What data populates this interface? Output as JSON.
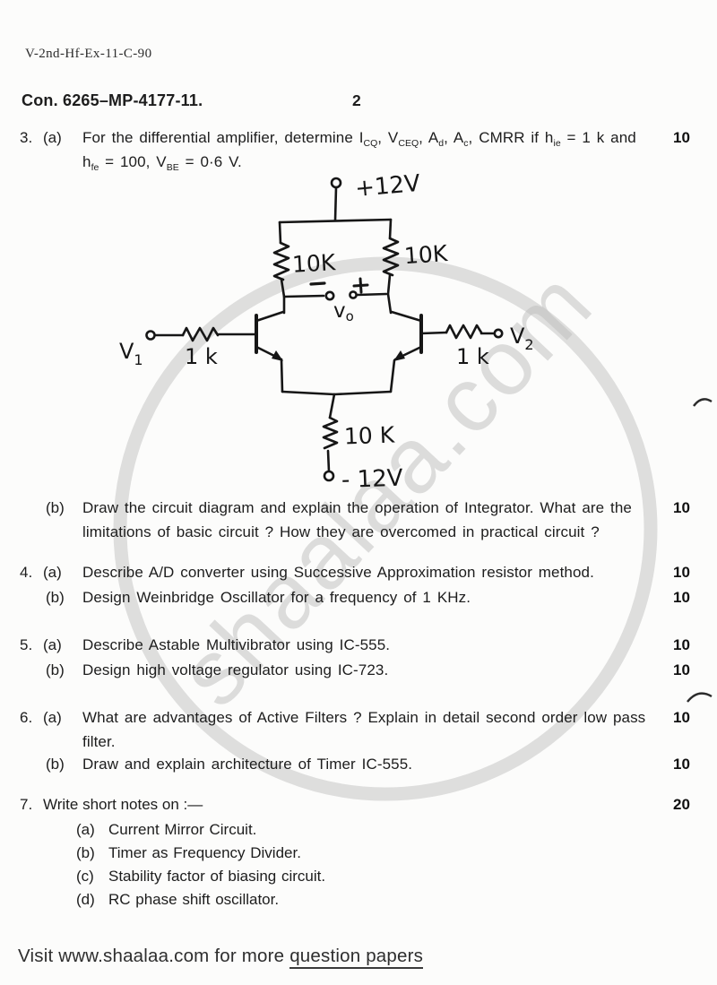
{
  "page": {
    "doc_code": "V-2nd-Hf-Ex-11-C-90",
    "exam_code": "Con. 6265–MP-4177-11.",
    "page_number": "2",
    "footer_prefix": "Visit www.shaalaa.com for more ",
    "footer_underlined": "question papers",
    "watermark_text": "shaalaa.com",
    "watermark_color": "#c2c2c2",
    "ink_color": "#161616"
  },
  "questions": {
    "q3": {
      "number": "3.",
      "a_label": "(a)",
      "a_marks": "10",
      "a_line1_rich": [
        {
          "t": "For the differential amplifier, determine I"
        },
        {
          "t": "CQ",
          "sub": true
        },
        {
          "t": ", V"
        },
        {
          "t": "CEQ",
          "sub": true
        },
        {
          "t": ", A"
        },
        {
          "t": "d",
          "sub": true
        },
        {
          "t": ", A"
        },
        {
          "t": "c",
          "sub": true
        },
        {
          "t": ", CMRR if h"
        },
        {
          "t": "ie",
          "sub": true
        },
        {
          "t": " = 1 k and"
        }
      ],
      "a_line2_rich": [
        {
          "t": "h"
        },
        {
          "t": "fe",
          "sub": true
        },
        {
          "t": " = 100, V"
        },
        {
          "t": "BE",
          "sub": true
        },
        {
          "t": " = 0·6 V."
        }
      ],
      "b_label": "(b)",
      "b_marks": "10",
      "b_line1": "Draw the circuit diagram and explain the operation of Integrator.  What are the",
      "b_line2": "limitations of basic circuit ?  How they are overcomed in practical circuit ?"
    },
    "q4": {
      "number": "4.",
      "a_label": "(a)",
      "a_text": "Describe A/D converter using Successive Approximation resistor method.",
      "a_marks": "10",
      "b_label": "(b)",
      "b_text": "Design Weinbridge Oscillator for a frequency of 1 KHz.",
      "b_marks": "10"
    },
    "q5": {
      "number": "5.",
      "a_label": "(a)",
      "a_text": "Describe Astable Multivibrator using IC-555.",
      "a_marks": "10",
      "b_label": "(b)",
      "b_text": "Design high voltage regulator using IC-723.",
      "b_marks": "10"
    },
    "q6": {
      "number": "6.",
      "a_label": "(a)",
      "a_line1": "What are advantages of Active Filters ?  Explain in detail second order low pass",
      "a_line2": "filter.",
      "a_marks": "10",
      "b_label": "(b)",
      "b_text": "Draw and explain architecture of Timer IC-555.",
      "b_marks": "10"
    },
    "q7": {
      "number": "7.",
      "text": "Write short notes on :—",
      "marks": "20",
      "items": {
        "a_label": "(a)",
        "a_text": "Current Mirror Circuit.",
        "b_label": "(b)",
        "b_text": "Timer as Frequency Divider.",
        "c_label": "(c)",
        "c_text": "Stability factor of biasing circuit.",
        "d_label": "(d)",
        "d_text": "RC phase shift oscillator."
      }
    }
  },
  "circuit": {
    "supply_positive": "+12V",
    "supply_negative": "- 12V",
    "collector_resistor_left": "10K",
    "collector_resistor_right": "10K",
    "tail_resistor": "10 K",
    "input_resistor_left": "1 k",
    "input_resistor_right": "1 k",
    "output_minus": "–",
    "output_plus": "+",
    "v_out_main": "v",
    "v_out_sub": "o",
    "v1_main": "V",
    "v1_sub": "1",
    "v2_main": "V",
    "v2_sub": "2"
  }
}
